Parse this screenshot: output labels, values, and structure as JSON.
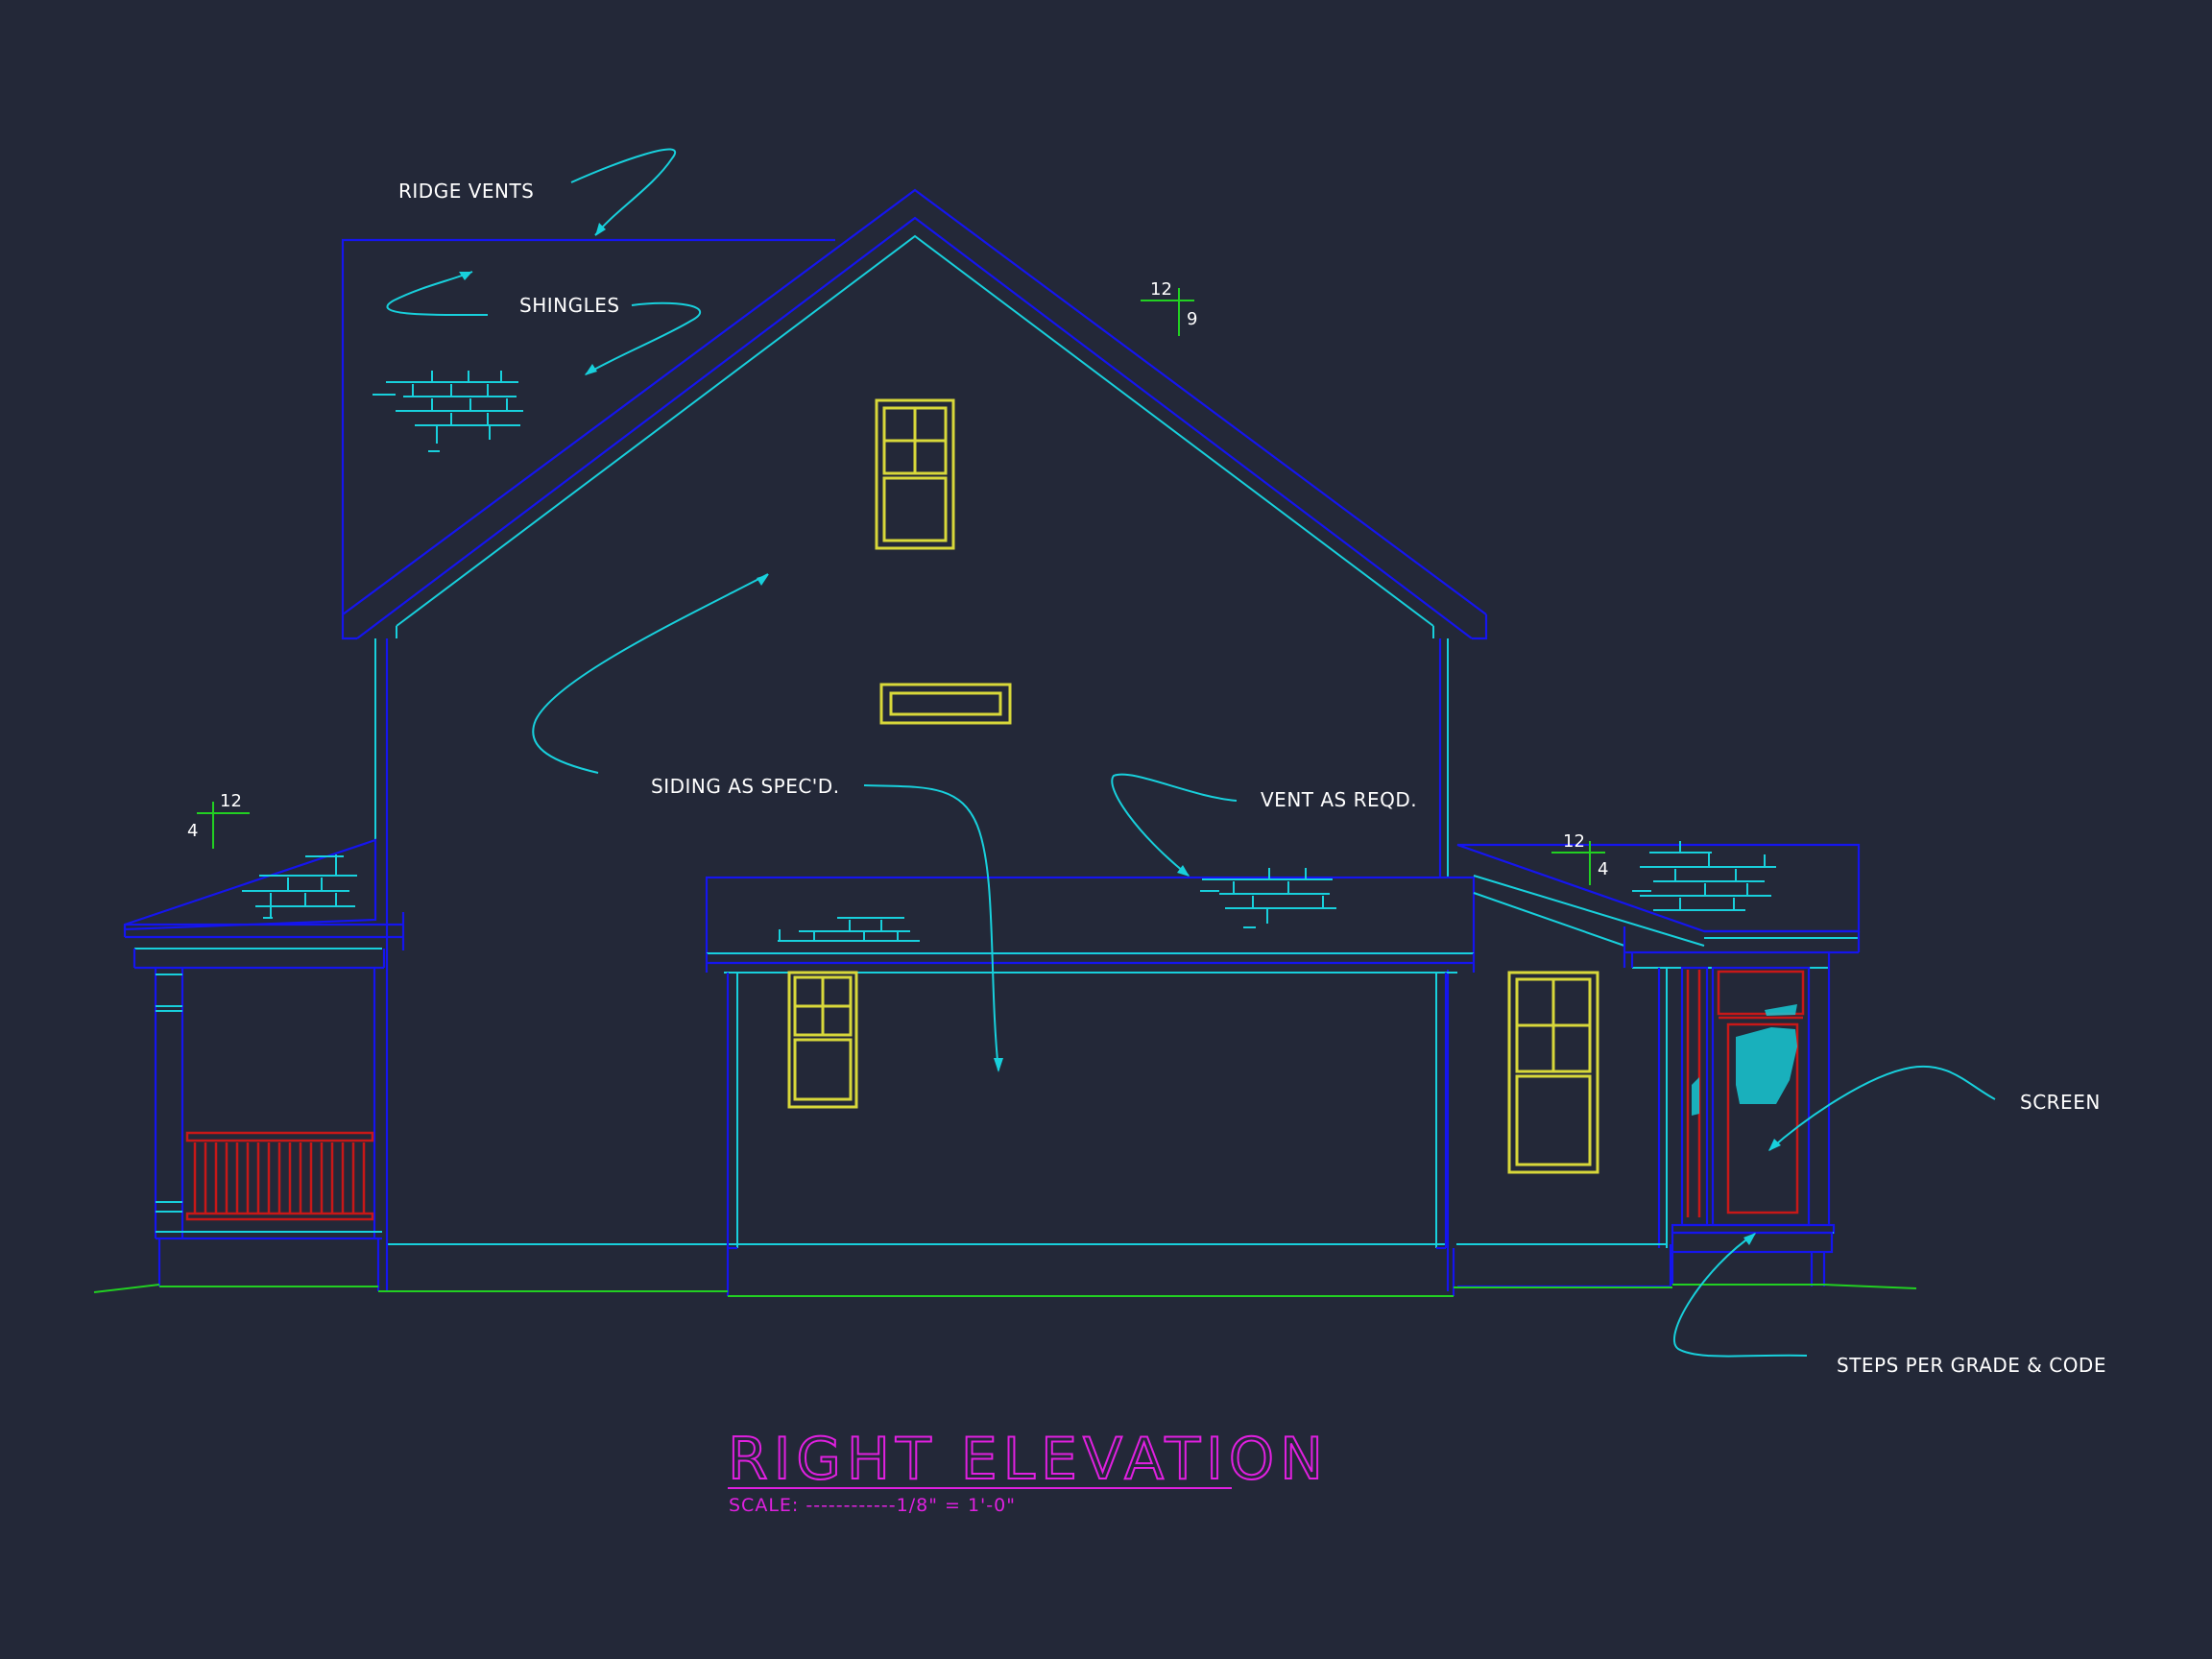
{
  "drawing": {
    "title": "RIGHT ELEVATION",
    "scale": "SCALE: ------------1/8\" = 1'-0\""
  },
  "annotations": {
    "ridge_vents": "RIDGE VENTS",
    "shingles": "SHINGLES",
    "siding": "SIDING AS SPEC'D.",
    "vent": "VENT AS REQD.",
    "screen": "SCREEN",
    "steps": "STEPS PER GRADE & CODE"
  },
  "pitch_marks": {
    "main": {
      "run": "12",
      "rise": "9"
    },
    "left_porch": {
      "run": "12",
      "rise": "4"
    },
    "right_porch": {
      "run": "12",
      "rise": "4"
    }
  },
  "colors": {
    "background": "#232838",
    "outline_blue": "#1515ee",
    "detail_cyan": "#18d0dc",
    "window_yellow": "#d8d83a",
    "railing_red": "#c81818",
    "grade_green": "#22d022",
    "title_magenta": "#e020e0",
    "text_white": "#ffffff"
  }
}
